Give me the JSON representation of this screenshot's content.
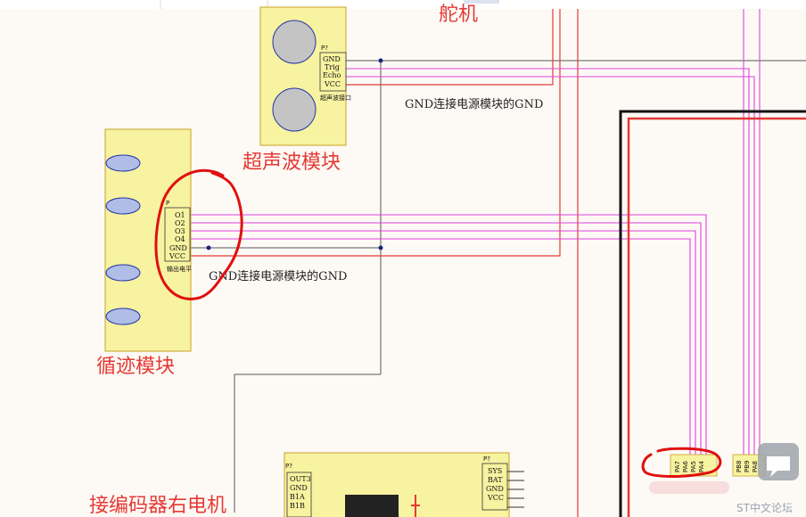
{
  "labels": {
    "top_title_partial": "舵机",
    "ultrasonic_title": "超声波模块",
    "tracking_title": "循迹模块",
    "encoder_title_partial": "接编码器右电机",
    "gnd_note_1": "GND连接电源模块的GND",
    "gnd_note_2": "GND连接电源模块的GND"
  },
  "ultrasonic": {
    "ref": "P?",
    "pins": [
      "GND",
      "Trig",
      "Echo",
      "VCC"
    ],
    "caption": "超声波接口"
  },
  "tracking": {
    "ref": "P",
    "pins": [
      "O1",
      "O2",
      "O3",
      "O4",
      "GND",
      "VCC"
    ],
    "caption": "输出电平"
  },
  "encoder_left": {
    "ref": "P?",
    "pins": [
      "OUT3",
      "GND",
      "B1A",
      "B1B"
    ]
  },
  "encoder_right": {
    "ref": "P?",
    "pins": [
      "SYS",
      "BAT",
      "GND",
      "VCC"
    ]
  },
  "mcu_pins_a": [
    "PA7",
    "PA6",
    "PA5",
    "PA4"
  ],
  "mcu_pins_b": [
    "PB8",
    "PB9",
    "PA8"
  ],
  "watermark": "ST中文论坛",
  "colors": {
    "wire_magenta": "#e040e0",
    "wire_red": "#e53935",
    "annotation_red": "#e01010",
    "component_fill": "#f7f3a0"
  }
}
